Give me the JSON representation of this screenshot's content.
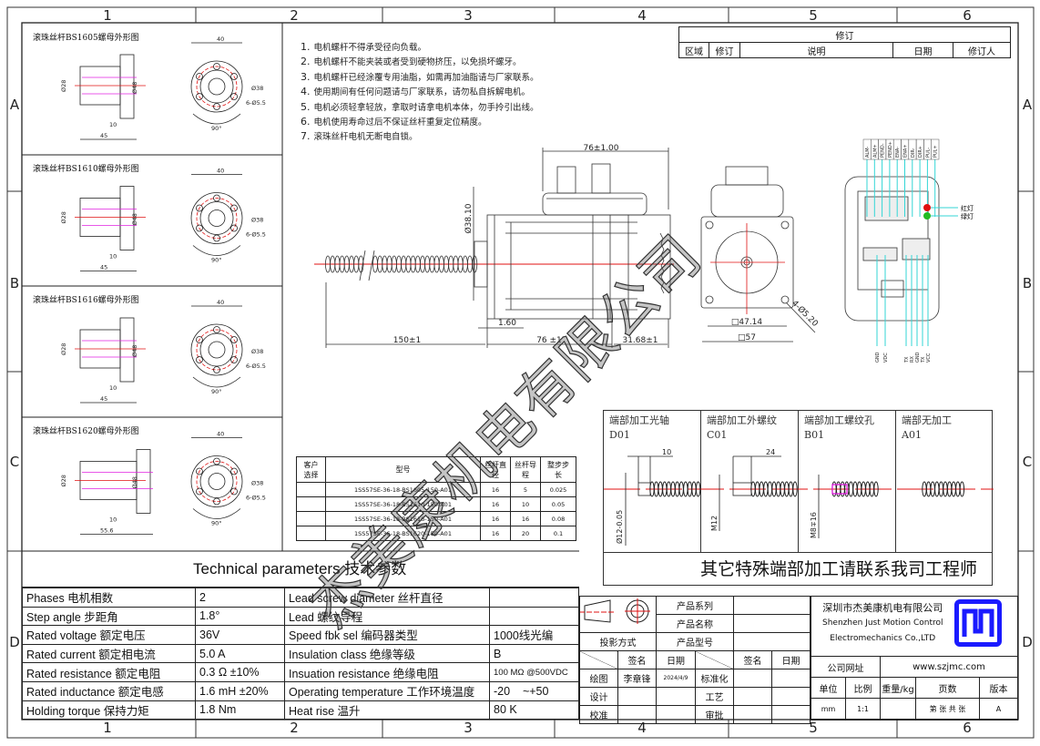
{
  "frame": {
    "columns": [
      "1",
      "2",
      "3",
      "4",
      "5",
      "6"
    ],
    "rows": [
      "A",
      "B",
      "C",
      "D"
    ]
  },
  "nut_panels": [
    {
      "title": "滚珠丝杆BS1605螺母外形图",
      "d_small": "Ø28",
      "d_flange": "Ø48",
      "width": "40",
      "pcd": "Ø38",
      "holes": "6-Ø5.5",
      "angle": "90°",
      "flange_t": "10",
      "length": "45"
    },
    {
      "title": "滚珠丝杆BS1610螺母外形图",
      "d_small": "Ø28",
      "d_flange": "Ø48",
      "width": "40",
      "pcd": "Ø38",
      "holes": "6-Ø5.5",
      "angle": "90°",
      "flange_t": "10",
      "length": "45"
    },
    {
      "title": "滚珠丝杆BS1616螺母外形图",
      "d_small": "Ø28",
      "d_flange": "Ø48",
      "width": "40",
      "pcd": "Ø38",
      "holes": "6-Ø5.5",
      "angle": "90°",
      "flange_t": "10",
      "length": "45"
    },
    {
      "title": "滚珠丝杆BS1620螺母外形图",
      "d_small": "Ø28",
      "d_flange": "Ø48",
      "width": "40",
      "pcd": "Ø38",
      "holes": "6-Ø5.5",
      "angle": "90°",
      "flange_t": "10",
      "length": "55.6"
    }
  ],
  "notes": [
    {
      "n": "1.",
      "text": "电机螺杆不得承受径向负载。"
    },
    {
      "n": "2.",
      "text": "电机螺杆不能夹装或者受到硬物挤压，以免损坏螺牙。"
    },
    {
      "n": "3.",
      "text": "电机螺杆已经涂覆专用油脂，如需再加油脂请与厂家联系。"
    },
    {
      "n": "4.",
      "text": "使用期间有任何问题请与厂家联系，请勿私自拆解电机。"
    },
    {
      "n": "5.",
      "text": "电机必须轻拿轻放，拿取时请拿电机本体，勿手拎引出线。"
    },
    {
      "n": "6.",
      "text": "电机使用寿命过后不保证丝杆重复定位精度。"
    },
    {
      "n": "7.",
      "text": "滚珠丝杆电机无断电自锁。"
    }
  ],
  "revision": {
    "title": "修订",
    "headers": [
      "区域",
      "修订",
      "说明",
      "日期",
      "修订人"
    ]
  },
  "motor_dims": {
    "driver_width": "76±1.00",
    "boss_dia": "Ø38.10",
    "boss_height": "1.60",
    "screw_length": "150±1",
    "body_length": "76 ±1",
    "driver_length": "31.68±1",
    "hole_spacing": "□47.14",
    "flange": "□57",
    "mount_holes": "4-Ø5.20"
  },
  "connector": {
    "top_pins": [
      "ALM-",
      "ALM+",
      "PEND-",
      "PEND+",
      "ENA-",
      "ENA+",
      "DIR-",
      "DIR+",
      "PUL-",
      "PUL+"
    ],
    "led_red": "红灯",
    "led_green": "绿灯",
    "power_pins": [
      "GND",
      "VDC"
    ],
    "comm_pins": [
      "TX",
      "RX",
      "GND",
      "TX",
      "VCC"
    ],
    "colors": {
      "wire": "#33d6d6",
      "red": "#e01010",
      "green": "#22bb22"
    }
  },
  "model_table": {
    "headers": [
      "客户选择",
      "型号",
      "丝杆直径",
      "丝杆导程",
      "整步步长"
    ],
    "rows": [
      [
        "",
        "1SS57SE-36-18-BS1605-150-A01",
        "16",
        "5",
        "0.025"
      ],
      [
        "",
        "1SS57SE-36-18-BS1610-150-A01",
        "16",
        "10",
        "0.05"
      ],
      [
        "",
        "1SS57SE-36-18-BS1616-150-A01",
        "16",
        "16",
        "0.08"
      ],
      [
        "",
        "1SS57SE-36-18-BS1620-150-A01",
        "16",
        "20",
        "0.1"
      ]
    ]
  },
  "end_processing": {
    "columns": [
      {
        "title": "端部加工光轴",
        "code": "D01",
        "dim_len": "10",
        "dim_dia": "Ø12-0.05"
      },
      {
        "title": "端部加工外螺纹",
        "code": "C01",
        "dim_len": "24",
        "dim_dia": "M12"
      },
      {
        "title": "端部加工螺纹孔",
        "code": "B01",
        "dim_dia": "M8∓16"
      },
      {
        "title": "端部无加工",
        "code": "A01"
      }
    ],
    "footer": "其它特殊端部加工请联系我司工程师"
  },
  "tech_params": {
    "title": "Technical parameters 技术参数",
    "rows": [
      [
        "Phases 电机相数",
        "2",
        "Lead screw diameter 丝杆直径",
        ""
      ],
      [
        "Step angle 步距角",
        "1.8°",
        "Lead 螺纹导程",
        ""
      ],
      [
        "Rated voltage 额定电压",
        "36V",
        "Speed fbk sel  编码器类型",
        "1000线光编"
      ],
      [
        "Rated current 额定相电流",
        "5.0 A",
        "Insulation class 绝缘等级",
        "B"
      ],
      [
        "Rated resistance 额定电阻",
        "0.3 Ω  ±10%",
        "Insuation resistance 绝缘电阻",
        "100 MΩ @500VDC"
      ],
      [
        "Rated inductance 额定电感",
        "1.6 mH ±20%",
        "Operating temperature 工作环境温度",
        "-20    ~+50"
      ],
      [
        "Holding torque 保持力矩",
        "1.8 Nm",
        "Heat rise 温升",
        "80 K"
      ]
    ]
  },
  "title_block": {
    "product_series": "产品系列",
    "product_name": "产品名称",
    "product_model": "产品型号",
    "projection": "投影方式",
    "sign": "签名",
    "date": "日期",
    "drawn": "绘图",
    "drawn_by": "李章锋",
    "drawn_date": "2024/4/9",
    "standard": "标准化",
    "design": "设计",
    "process": "工艺",
    "check": "校准",
    "approve": "审批",
    "company_cn": "深圳市杰美康机电有限公司",
    "company_en1": "Shenzhen Just Motion Control",
    "company_en2": "Electromechanics Co.,LTD",
    "website_label": "公司网址",
    "website": "www.szjmc.com",
    "unit_label": "单位",
    "scale_label": "比例",
    "weight_label": "重量/kg",
    "pages_label": "页数",
    "version_label": "版本",
    "unit": "mm",
    "scale": "1:1",
    "weight": "",
    "pages": "第 张 共 张",
    "version": "A",
    "logo_text": "JMC",
    "logo_color": "#1a1aff"
  },
  "watermark": "杰美康机电有限公司"
}
